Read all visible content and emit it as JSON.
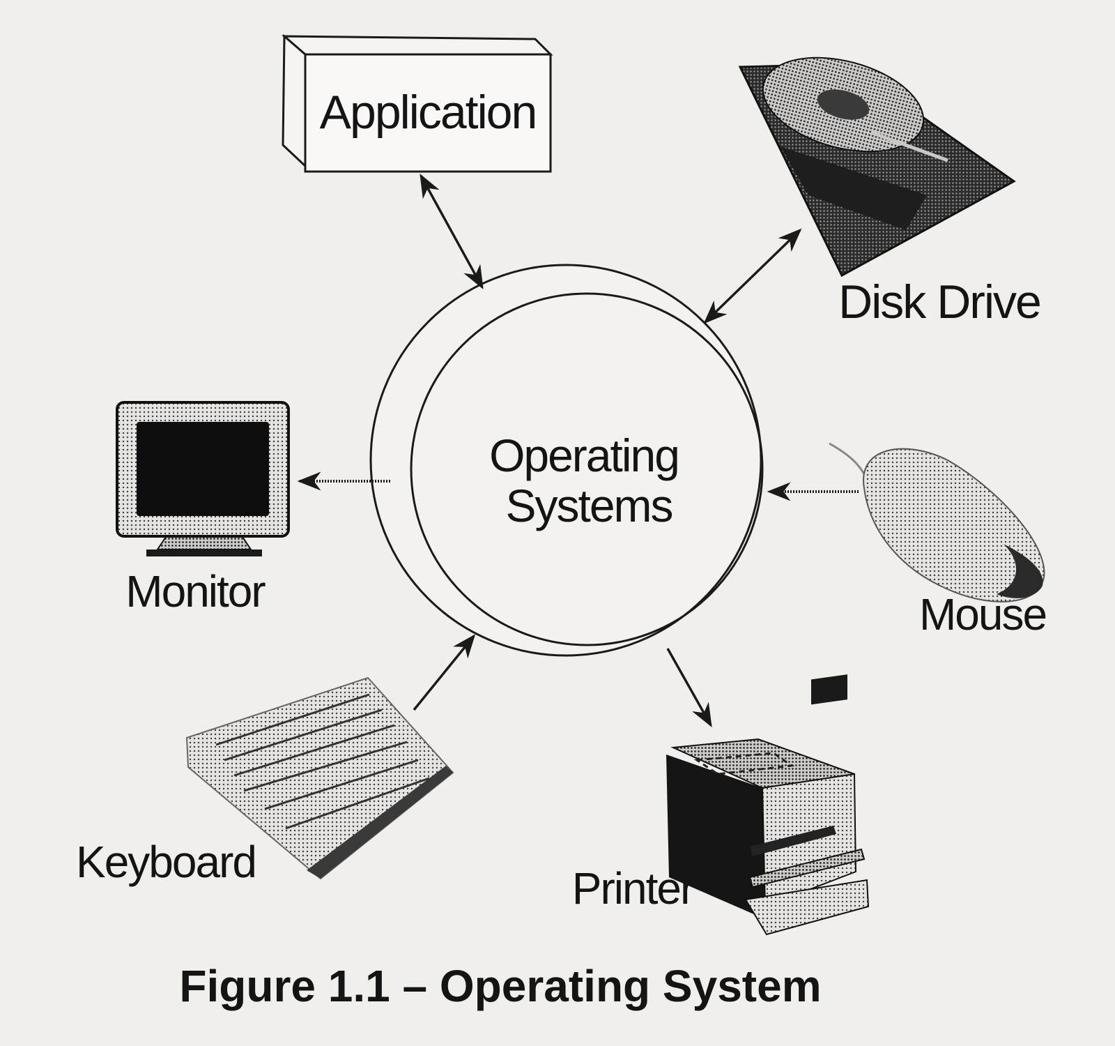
{
  "diagram": {
    "center_label_line1": "Operating",
    "center_label_line2": "Systems",
    "nodes": {
      "application": "Application",
      "disk_drive": "Disk Drive",
      "monitor": "Monitor",
      "mouse": "Mouse",
      "keyboard": "Keyboard",
      "printer": "Printer"
    },
    "connections": [
      {
        "from": "Operating Systems",
        "to": "Application",
        "direction": "bidirectional"
      },
      {
        "from": "Operating Systems",
        "to": "Disk Drive",
        "direction": "bidirectional"
      },
      {
        "from": "Operating Systems",
        "to": "Monitor",
        "direction": "one-way"
      },
      {
        "from": "Mouse",
        "to": "Operating Systems",
        "direction": "one-way"
      },
      {
        "from": "Keyboard",
        "to": "Operating Systems",
        "direction": "one-way"
      },
      {
        "from": "Operating Systems",
        "to": "Printer",
        "direction": "one-way"
      }
    ]
  },
  "caption": "Figure 1.1 – Operating System",
  "icons": [
    "application-box-icon",
    "disk-drive-icon",
    "monitor-icon",
    "mouse-icon",
    "keyboard-icon",
    "printer-icon"
  ],
  "colors": {
    "background": "#f1efec",
    "ink": "#141414"
  }
}
